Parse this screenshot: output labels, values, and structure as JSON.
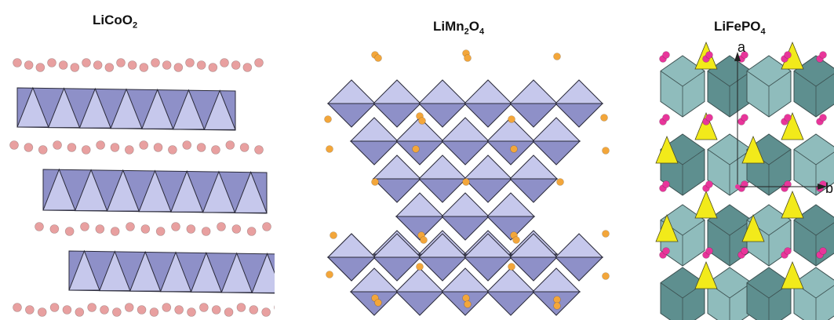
{
  "panels": [
    {
      "formula": {
        "main": "LiCoO",
        "sub1": "2",
        "mid": "",
        "sub2": ""
      }
    },
    {
      "formula": {
        "main": "LiMn",
        "sub1": "2",
        "mid": "O",
        "sub2": "4"
      }
    },
    {
      "formula": {
        "main": "LiFePO",
        "sub1": "4",
        "mid": "",
        "sub2": ""
      }
    }
  ],
  "axes": {
    "a": "a",
    "b": "b"
  },
  "colors": {
    "octahedron_light": "#c6c8ec",
    "octahedron_dark": "#8e90c8",
    "edge": "#2a2a3a",
    "li_pink": "#e8a0a0",
    "li_orange": "#f3a63a",
    "fe_teal": "#8fbcbc",
    "fe_dark": "#5e8f8f",
    "p_yellow": "#f2ea1a",
    "li_magenta": "#e8359a"
  }
}
